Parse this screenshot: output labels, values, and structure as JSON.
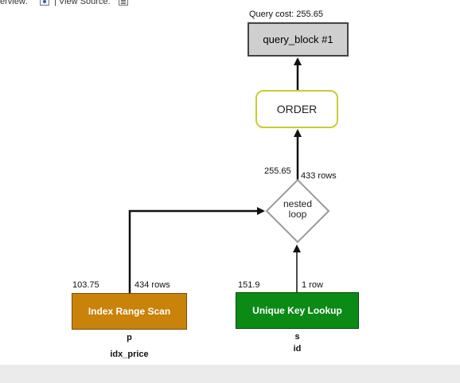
{
  "toolbar": {
    "overview_label": "erview:",
    "view_source_label": "| View Source:"
  },
  "query_block": {
    "cost_text": "Query cost: 255.65",
    "label": "query_block #1"
  },
  "order": {
    "label": "ORDER"
  },
  "nested_loop": {
    "line1": "nested",
    "line2": "loop",
    "cost": "255.65",
    "rows": "433 rows"
  },
  "index_range_scan": {
    "label": "Index Range Scan",
    "cost": "103.75",
    "rows": "434 rows",
    "table": "p",
    "key": "idx_price"
  },
  "unique_key_lookup": {
    "label": "Unique Key Lookup",
    "cost": "151.9",
    "rows": "1 row",
    "table": "s",
    "key": "id"
  },
  "colors": {
    "index_range_scan": "#c9820a",
    "unique_key_lookup": "#0c8a16",
    "order_border": "#c9cc33",
    "query_block": "#cfcfcf"
  }
}
